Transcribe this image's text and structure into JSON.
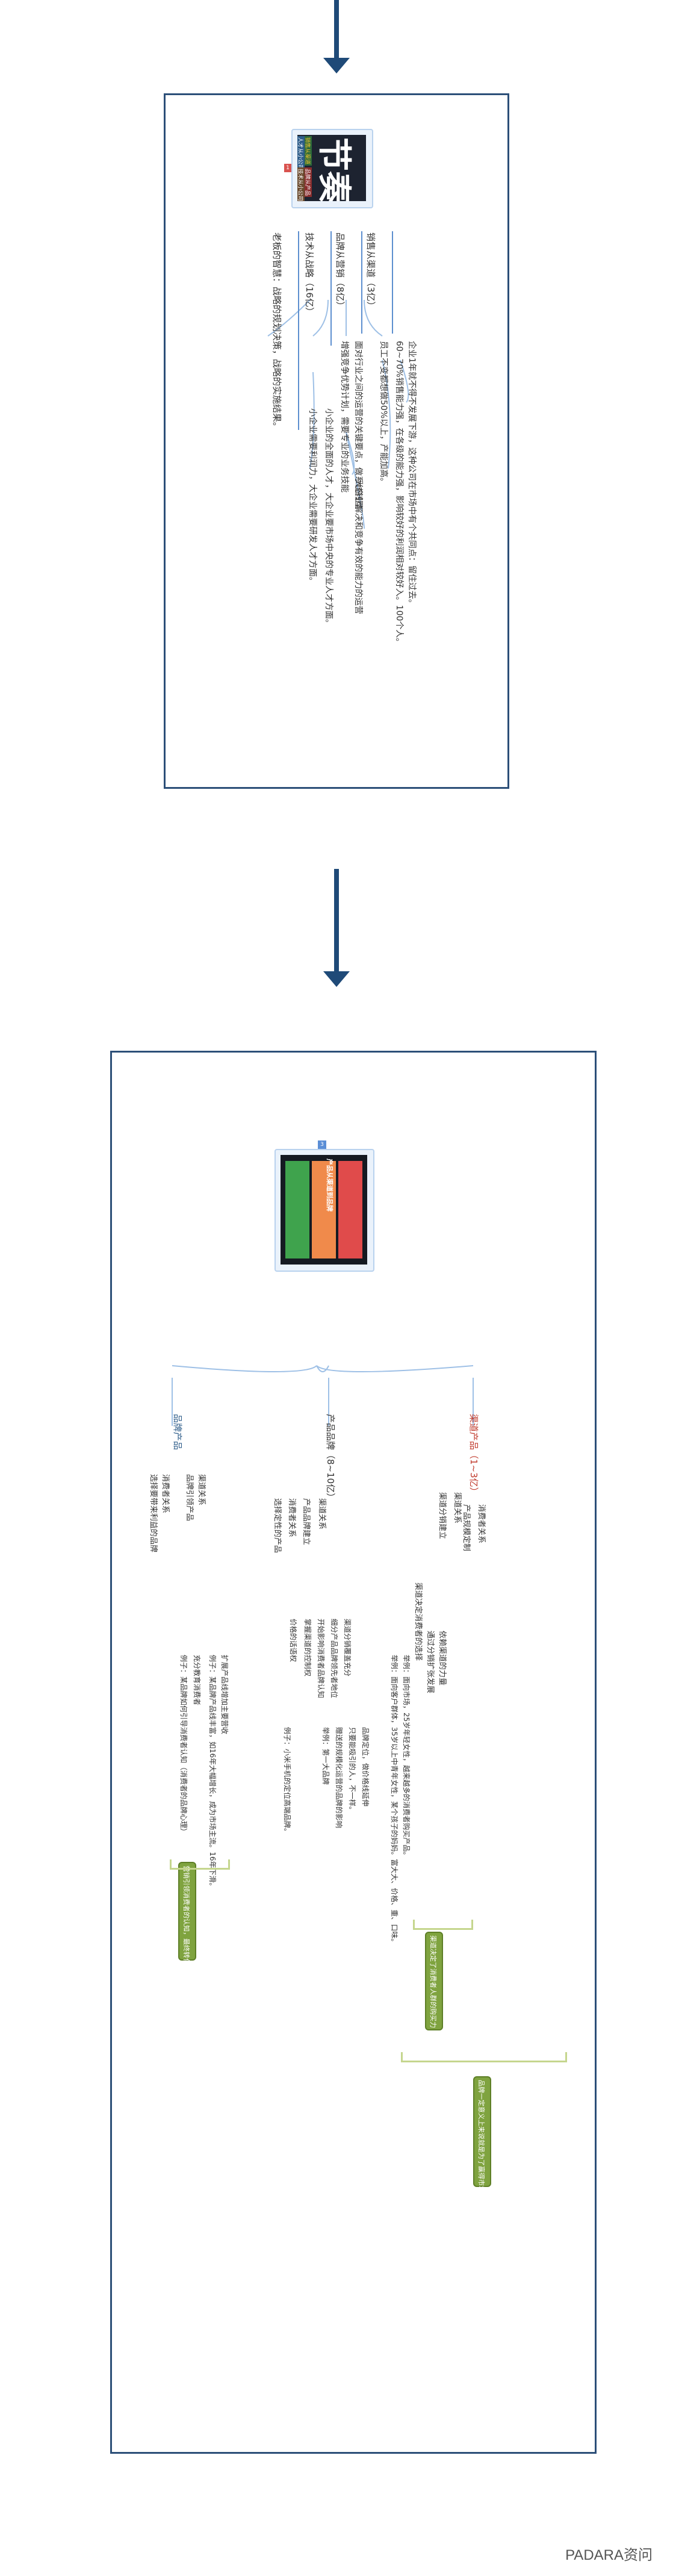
{
  "mindmap1": {
    "central_title": "节奏",
    "central_chips": [
      "销售从渠道",
      "品牌从产品",
      "人才从小公司",
      "技术从小公司"
    ],
    "central_badge": "1",
    "branches": [
      {
        "label": "销售从渠道（3亿）",
        "children": [
          "企业1年就不得不发展下游，这种公司在市场中有个共同点：留住过去。",
          "60~70%销售能力强，在各级的能力强，影响较好的利润相对较好入。100个人。",
          "员工不变都想做50%以上，产能加高。"
        ]
      },
      {
        "label": "品牌从营销（8亿）",
        "children": [
          "面对行业之间的运营的关键要点，做系统转型",
          "增强竞争优势计划，需要专业的业务技能",
          "大企业解决和竞争有效的能力的运营",
          "小企业的全面的人才，大企业要市场中央的专业人才方面。"
        ]
      },
      {
        "label": "技术从战略（16亿）",
        "children": [
          "小企业需要利润力，大企业需要研发人才方面。"
        ]
      },
      {
        "label": "老板的智慧：战略的规划决策，战略的实施结果。",
        "children": []
      }
    ]
  },
  "mindmap2": {
    "central_title": "产品从渠道到品牌",
    "central_badge": "3",
    "branches": [
      {
        "label": "渠道产品（1~3亿）",
        "children": [
          "渠道关系",
          "渠道分销建立",
          "消费者关系",
          "产品规模定制",
          "渠道决定消费者的选择",
          "依赖渠道的力量",
          "通过分销扩张发展",
          "举例：面向市场，25岁年轻女性，越来越多的消费者购买产品。",
          "举例：面向客户群体，35岁以上中青年女性，某个孩子的妈妈。富大大、价格、重、口味。"
        ],
        "summary": "渠道决定了消费者人群的购买力"
      },
      {
        "label": "产品品牌（8~10亿）",
        "children": [
          "渠道关系",
          "产品品牌建立",
          "消费者关系",
          "选择定性的产品",
          "渠道分销覆盖充分",
          "细分产品品牌领先者地位",
          "开始影响消费者品牌认知",
          "掌握渠道的控制权",
          "价格的话语权",
          "品牌定位，做价格线延伸",
          "只要能吸引的人，不一样。",
          "赠送的规模化运营的品牌的影响",
          "举例：第一大品牌",
          "例子：小米手机的定位高端品牌。"
        ],
        "summary": "品牌一定意义上来说就是为了赢得市场，消费者的口碑和品牌"
      },
      {
        "label": "品牌产品",
        "children": [
          "渠道关系",
          "品牌引领产品",
          "消费者关系",
          "选择要带来利益的品牌",
          "扩展产品线增加主要营收",
          "例子：某品牌产品线丰富，如16年大幅增长，成为市场主流。16年下滑。",
          "充分教育消费者",
          "例子：某品牌如何引导消费者认知（消费者的品牌心理）"
        ],
        "summary": "营销引领消费者的认知，最终转化为购买力"
      }
    ]
  },
  "watermark": "PADARA资问"
}
